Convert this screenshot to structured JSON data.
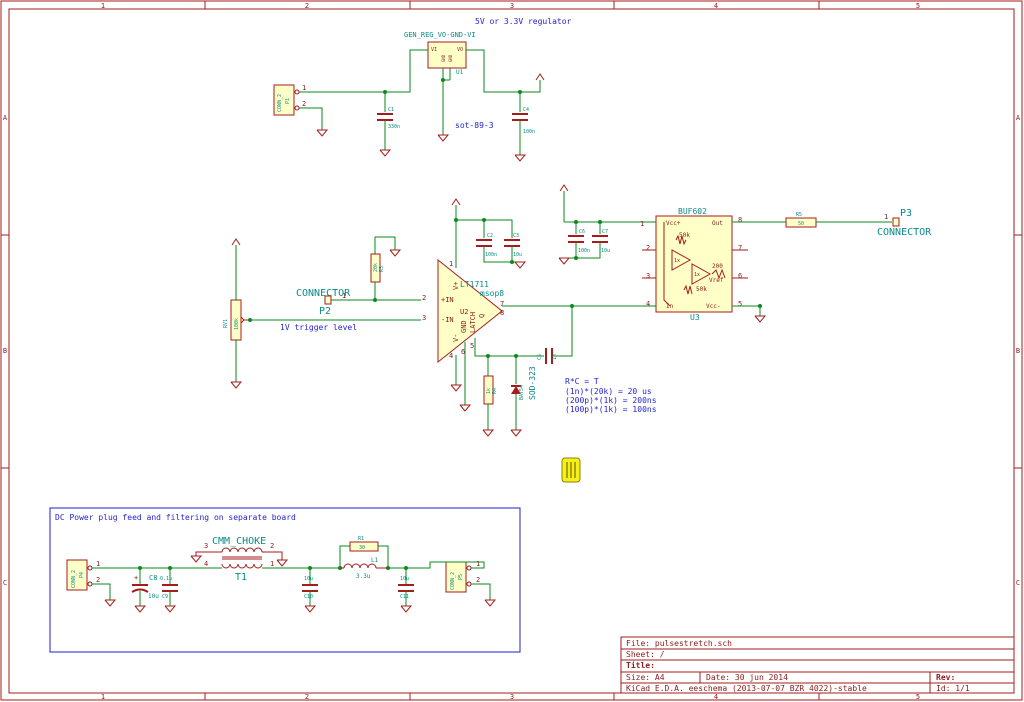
{
  "frame": {
    "columns": [
      "1",
      "2",
      "3",
      "4",
      "5"
    ],
    "rows": [
      "A",
      "B",
      "C"
    ]
  },
  "notes": {
    "regulator_title": "5V or 3.3V regulator",
    "sot_package": "sot-89-3",
    "trigger_level": "1V trigger level",
    "rc_eq_title": "R*C = T",
    "rc_eq_1": "(1n)*(20k) = 20 us",
    "rc_eq_2": "(200p)*(1k) = 200ns",
    "rc_eq_3": "(100p)*(1k) = 100ns",
    "dc_box_title": "DC Power plug feed and filtering on separate board"
  },
  "components": {
    "u1": {
      "ref": "U1",
      "value": "GEN_REG_VO-GND-VI",
      "pin_vi": "VI",
      "pin_gnd": "GND",
      "pin_gnd2": "GND",
      "pin_vo": "VO"
    },
    "p1": {
      "ref": "P1",
      "value": "CONN_2",
      "pin1": "1",
      "pin2": "2"
    },
    "c1": {
      "ref": "C1",
      "value": "330n"
    },
    "c4": {
      "ref": "C4",
      "value": "100n"
    },
    "c2": {
      "ref": "C2",
      "value": "100n"
    },
    "c3": {
      "ref": "C3",
      "value": "10u"
    },
    "c6": {
      "ref": "C6",
      "value": "100n"
    },
    "c7": {
      "ref": "C7",
      "value": "10u"
    },
    "r3": {
      "ref": "R3",
      "value": "20k"
    },
    "rv1": {
      "ref": "RV1",
      "value": "100k"
    },
    "p2": {
      "ref": "P2",
      "value": "CONNECTOR"
    },
    "u2": {
      "ref": "U2",
      "value": "LT1711",
      "package": "msop8",
      "pin_vplus": "V+",
      "pin_plus": "+IN",
      "pin_minus": "-IN",
      "pin_vminus": "V-",
      "pin_gnd": "GND",
      "pin_latch": "LATCH",
      "pin_q": "Q"
    },
    "u3": {
      "ref": "U3",
      "value": "BUF602",
      "pin_vccp": "Vcc+",
      "pin_out": "Out",
      "pin_in": "In",
      "pin_vccm": "Vcc-",
      "pin_vref": "Vref",
      "r_50k_a": "50k",
      "r_50k_b": "50k",
      "r_200": "200",
      "g1": "1x",
      "g2": "1x"
    },
    "r5": {
      "ref": "R5",
      "value": "50"
    },
    "p3": {
      "ref": "P3",
      "value": "CONNECTOR"
    },
    "c5": {
      "ref": "C5",
      "value": "1n"
    },
    "r4": {
      "ref": "R4",
      "value": "1k"
    },
    "d1": {
      "ref": "SOD-323",
      "value": "BAT54"
    },
    "p4": {
      "ref": "P4",
      "value": "CONN_2"
    },
    "c8": {
      "ref": "C8",
      "value": "10u"
    },
    "c9": {
      "ref": "C9",
      "value": "0.1u"
    },
    "t1": {
      "ref": "T1",
      "value": "CMM_CHOKE"
    },
    "c10": {
      "ref": "C10",
      "value": "10u"
    },
    "r1": {
      "ref": "R1",
      "value": "30"
    },
    "l1": {
      "ref": "L1",
      "value": "3.3u"
    },
    "c11": {
      "ref": "C11",
      "value": "10u"
    },
    "p5": {
      "ref": "P5",
      "value": "CONN_2"
    }
  },
  "title_block": {
    "file": "File: pulsestretch.sch",
    "sheet": "Sheet: /",
    "title": "Title:",
    "size": "Size: A4",
    "date": "Date: 30 jun 2014",
    "rev": "Rev:",
    "tool": "KiCad E.D.A.  eeschema (2013-07-07 BZR 4022)-stable",
    "id": "Id: 1/1"
  },
  "colors": {
    "wire": "#0b8a1e",
    "component": "#a61b1b",
    "label": "#0a8a8a",
    "note": "#1f1fd2",
    "cursor": "#f5ef1a"
  },
  "icons": {
    "cursor": "hand-cursor-icon"
  }
}
